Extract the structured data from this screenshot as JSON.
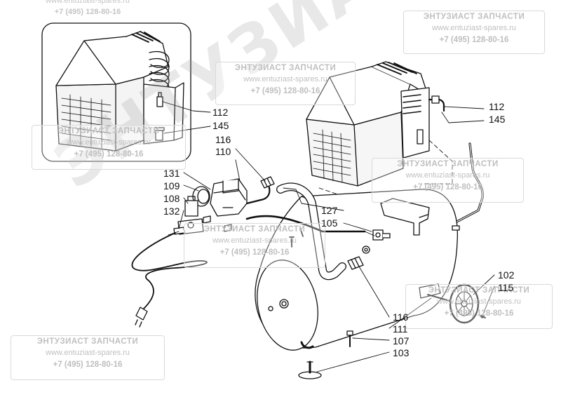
{
  "watermark": {
    "company": "ЭНТУЗИАСТ ЗАПЧАСТИ",
    "url": "www.entuziast-spares.ru",
    "phone": "+7 (495) 128-80-16",
    "diagonal_text": "ЭНТУЗИАСТ"
  },
  "callouts": {
    "c112_inset": "112",
    "c145_inset": "145",
    "c116_top": "116",
    "c110": "110",
    "c131": "131",
    "c109": "109",
    "c108": "108",
    "c132": "132",
    "c112": "112",
    "c145": "145",
    "c127": "127",
    "c105": "105",
    "c102": "102",
    "c115": "115",
    "c116_bottom": "116",
    "c111": "111",
    "c107": "107",
    "c103": "103"
  }
}
